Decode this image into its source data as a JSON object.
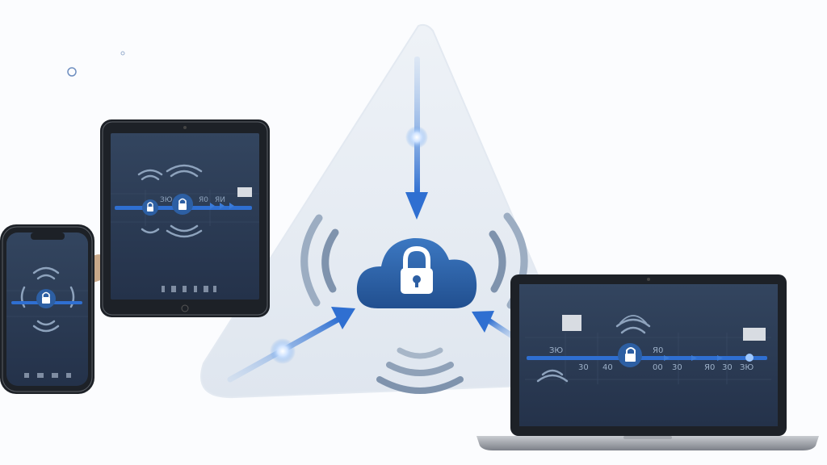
{
  "colors": {
    "background": "#fbfcfe",
    "accent": "#2f6fd1",
    "cloud": "#2d5fa3",
    "screen": "#2a3a52",
    "bezel": "#1d2127"
  },
  "icons": [
    "cloud-lock-icon",
    "padlock-icon",
    "wifi-signal-icon",
    "arrow-icon"
  ],
  "tablet": {
    "timeline_labels": [
      "ЗЮ",
      "Я0",
      "ЯИ"
    ]
  },
  "phone": {
    "timeline_labels": []
  },
  "laptop": {
    "timeline_labels": [
      "ЗЮ",
      "30",
      "40",
      "Я0",
      "00",
      "30",
      "Я0",
      "30",
      "ЗЮ"
    ]
  }
}
